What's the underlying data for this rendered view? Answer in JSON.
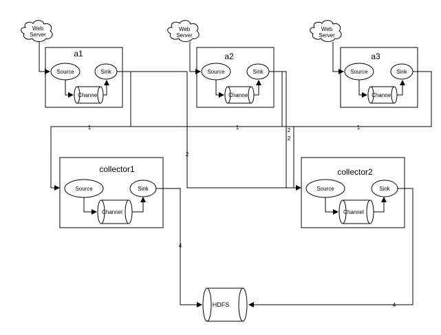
{
  "webserver": {
    "line1": "Web",
    "line2": "Server"
  },
  "agents": [
    {
      "name": "a1",
      "source": "Source",
      "sink": "Sink",
      "channel": "Channel"
    },
    {
      "name": "a2",
      "source": "Source",
      "sink": "Sink",
      "channel": "Channel"
    },
    {
      "name": "a3",
      "source": "Source",
      "sink": "Sink",
      "channel": "Channel"
    }
  ],
  "collectors": [
    {
      "name": "collector1",
      "source": "Source",
      "sink": "Sink",
      "channel": "Channel"
    },
    {
      "name": "collector2",
      "source": "Source",
      "sink": "Sink",
      "channel": "Channel"
    }
  ],
  "hdfs": "HDFS",
  "edge_labels": {
    "one": "1",
    "two": "2",
    "four": "4"
  }
}
